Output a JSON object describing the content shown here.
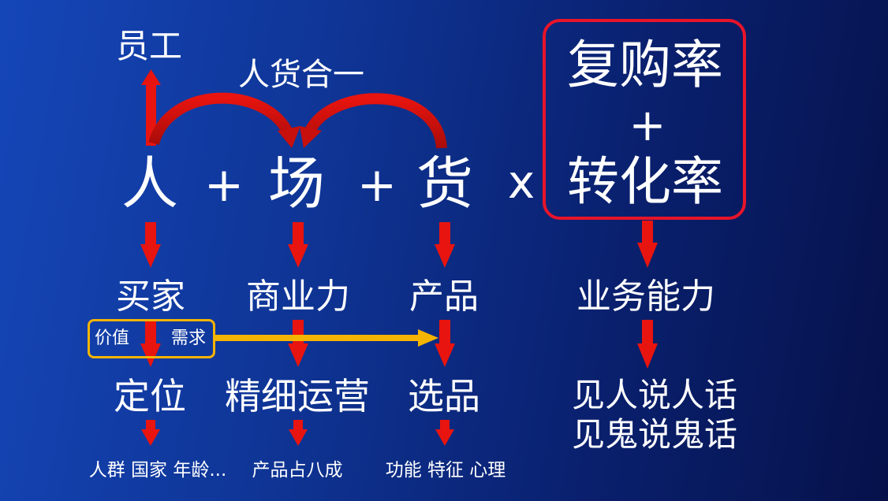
{
  "top": {
    "staff": "员工",
    "unity": "人货合一"
  },
  "formula": {
    "person": "人",
    "plus1": "+",
    "venue": "场",
    "plus2": "+",
    "goods": "货",
    "times": "x"
  },
  "rates": {
    "repurchase": "复购率",
    "plus": "+",
    "conversion": "转化率"
  },
  "level2": {
    "buyer": "买家",
    "commerce": "商业力",
    "product": "产品",
    "business": "业务能力"
  },
  "value_box": {
    "value": "价值",
    "demand": "需求"
  },
  "level3": {
    "positioning": "定位",
    "operations": "精细运营",
    "selection": "选品",
    "line1": "见人说人话",
    "line2": "见鬼说鬼话"
  },
  "level4": {
    "crowd": "人群 国家 年龄...",
    "share": "产品占八成",
    "traits": "功能 特征 心理"
  },
  "colors": {
    "arrow_red": "#e8140f",
    "arrow_dark": "#7a0c08",
    "highlight_red": "#e8142a",
    "value_box_gold": "#f5b400",
    "text": "#ffffff"
  }
}
